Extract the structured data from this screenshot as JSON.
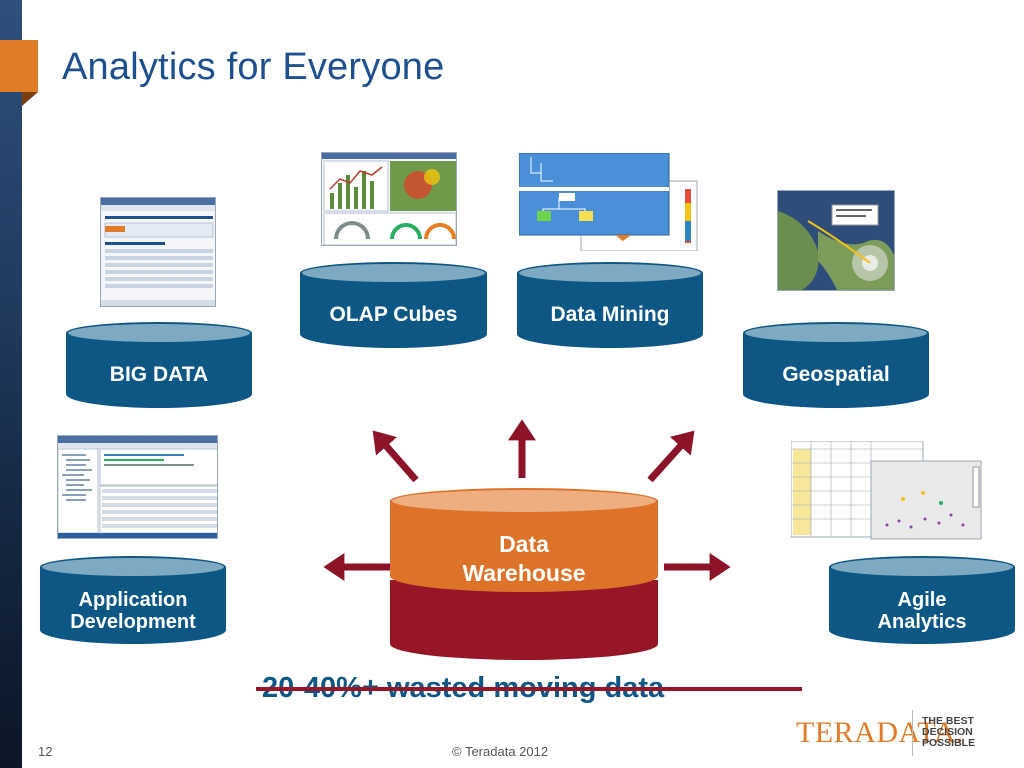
{
  "slide": {
    "title": "Analytics for Everyone",
    "page_number": "12",
    "copyright": "© Teradata 2012"
  },
  "center": {
    "line1": "Data",
    "line2": "Warehouse"
  },
  "nodes": {
    "big_data": "BIG DATA",
    "olap_cubes": "OLAP Cubes",
    "data_mining": "Data Mining",
    "geospatial": "Geospatial",
    "app_dev_line1": "Application",
    "app_dev_line2": "Development",
    "agile_line1": "Agile",
    "agile_line2": "Analytics"
  },
  "footer_statement": "20-40%+ wasted moving data",
  "logo": {
    "name": "TERADATA.",
    "tagline1": "THE BEST",
    "tagline2": "DECISION",
    "tagline3": "POSSIBLE"
  },
  "colors": {
    "title": "#1e4f8e",
    "cylinder_blue": "#0d5784",
    "cylinder_top": "#7ea9c2",
    "warehouse_orange": "#dd7229",
    "warehouse_red": "#961628",
    "arrow": "#8c1328",
    "accent_orange": "#e07b27"
  }
}
